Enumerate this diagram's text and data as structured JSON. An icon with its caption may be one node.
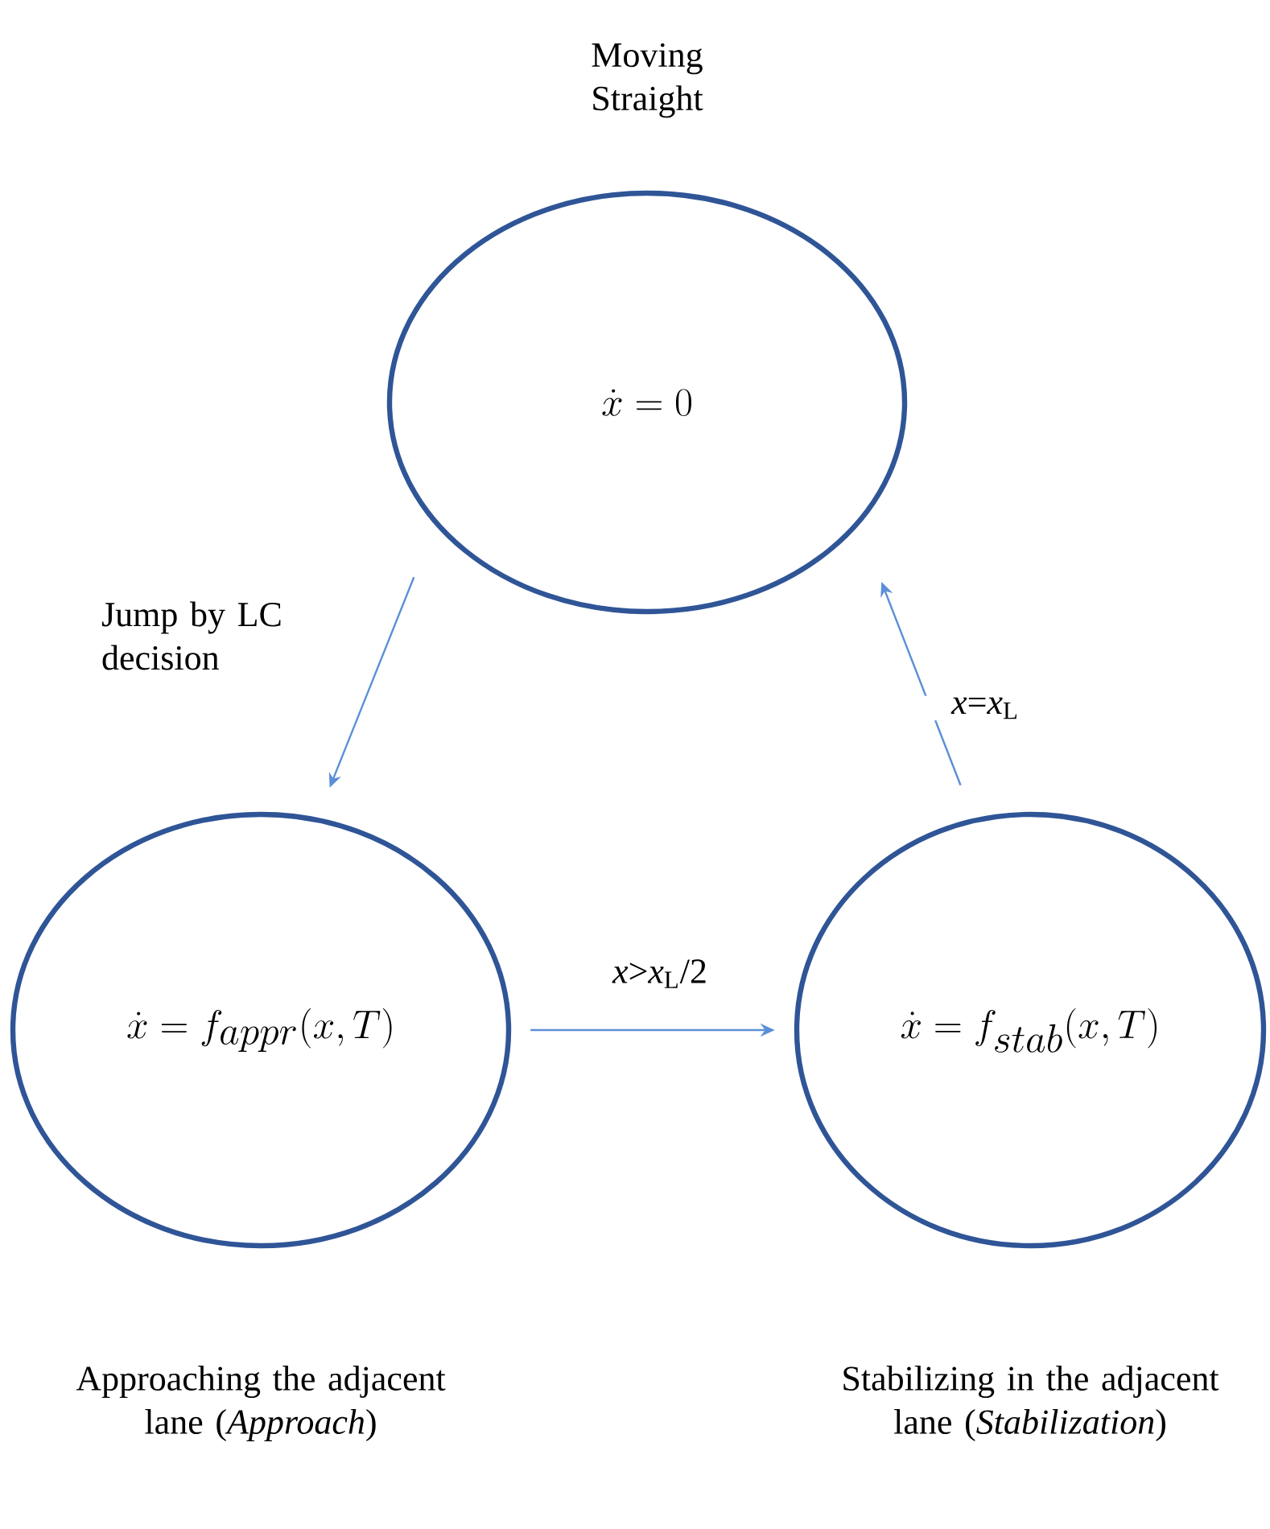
{
  "diagram": {
    "nodes": [
      {
        "text": [
          "Moving Straight",
          "\\dot{x} = 0"
        ]
      },
      {
        "text": [
          "\\dot{x} = f_{appr}(x,T)"
        ],
        "beside": [
          "Approaching the adjacent lane (*Approach*)"
        ]
      },
      {
        "text": [
          "\\dot{x} = f_{stab}(x,T)"
        ],
        "beside": [
          "Stabilizing in the adjacent lane (*Stabilization*)"
        ]
      }
    ],
    "edges": [
      {
        "from": 0,
        "to": 1,
        "arrow": "to",
        "label": "Jump by LC decision"
      },
      {
        "from": 1,
        "to": 2,
        "arrow": "to",
        "label": "*x*>*x*$_{L}$/2"
      },
      {
        "from": 2,
        "to": 0,
        "arrow": "to",
        "label": "*x*=*x*$_{L}$"
      }
    ]
  }
}
